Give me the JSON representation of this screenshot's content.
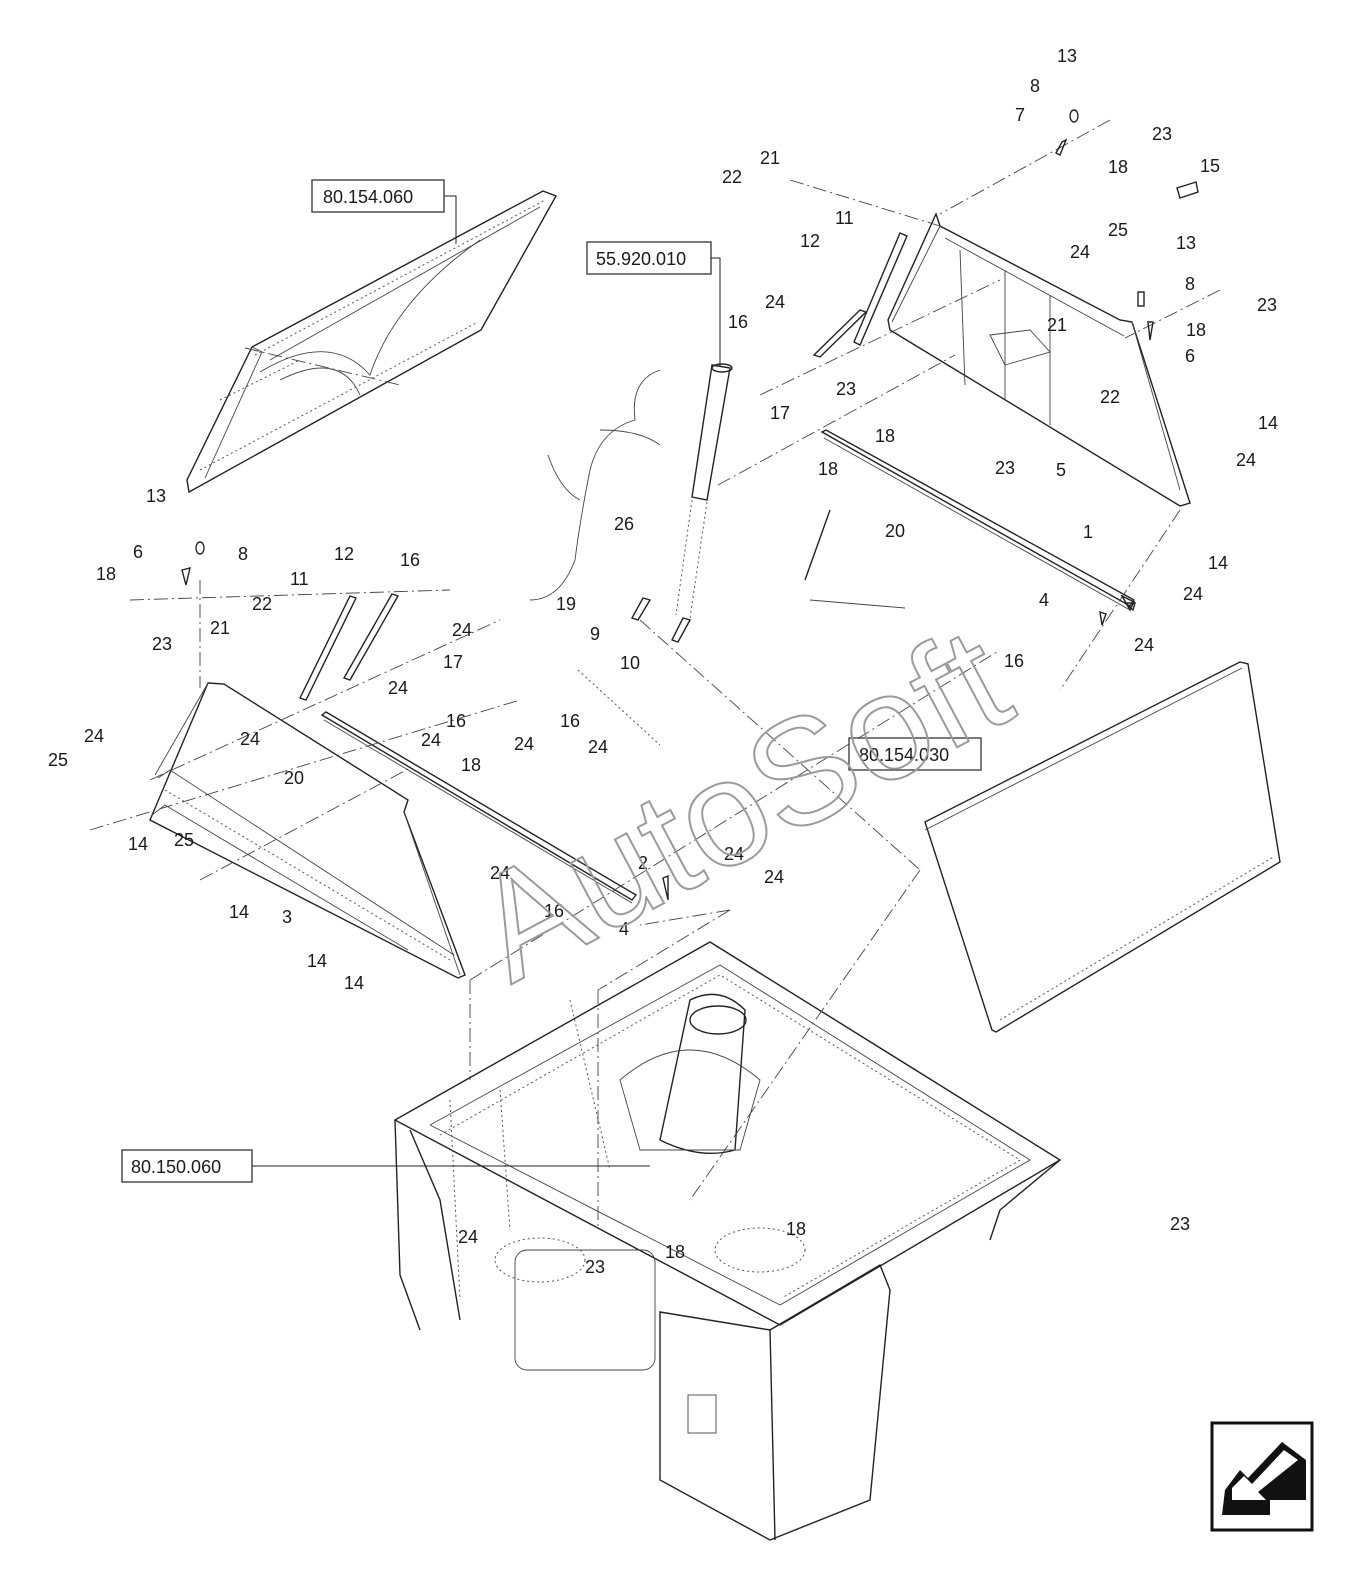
{
  "watermark": "AutoSoft",
  "reference_boxes": [
    {
      "id": "ref-80-154-060",
      "text": "80.154.060"
    },
    {
      "id": "ref-55-920-010",
      "text": "55.920.010"
    },
    {
      "id": "ref-80-154-030",
      "text": "80.154.030"
    },
    {
      "id": "ref-80-150-060",
      "text": "80.150.060"
    }
  ],
  "callouts": [
    "13",
    "8",
    "7",
    "23",
    "18",
    "15",
    "21",
    "22",
    "11",
    "25",
    "24",
    "12",
    "13",
    "8",
    "23",
    "18",
    "16",
    "6",
    "21",
    "22",
    "24",
    "23",
    "17",
    "14",
    "18",
    "23",
    "5",
    "24",
    "18",
    "20",
    "26",
    "1",
    "13",
    "6",
    "8",
    "18",
    "23",
    "12",
    "16",
    "11",
    "22",
    "21",
    "24",
    "17",
    "19",
    "14",
    "24",
    "9",
    "10",
    "4",
    "24",
    "16",
    "24",
    "25",
    "24",
    "24",
    "16",
    "24",
    "16",
    "24",
    "18",
    "24",
    "20",
    "14",
    "25",
    "24",
    "2",
    "24",
    "24",
    "16",
    "14",
    "3",
    "14",
    "4",
    "14",
    "24",
    "23",
    "18",
    "18",
    "23"
  ],
  "nav_icon": "previous-page-arrow-icon"
}
